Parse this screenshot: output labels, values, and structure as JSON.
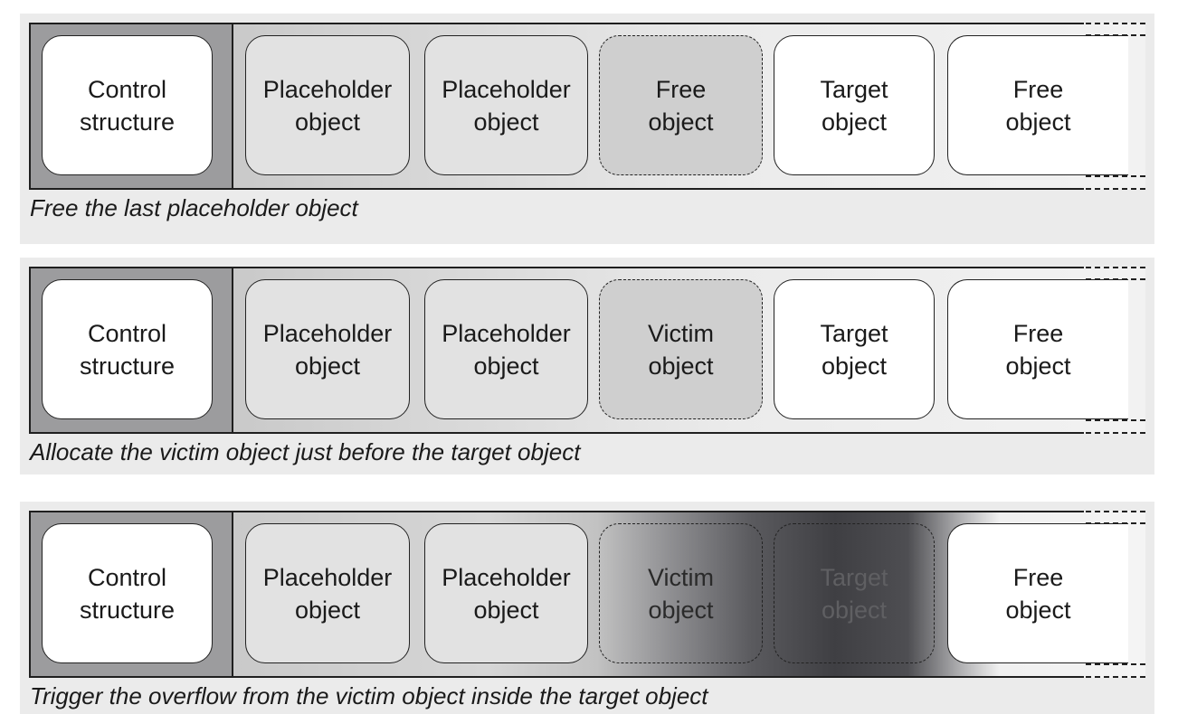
{
  "colors": {
    "panel_bg": "#ebebeb",
    "control_bg": "#9c9c9e",
    "dark_overflow": "#4a4a4e",
    "box_white": "#ffffff",
    "box_placeholder": "#e2e2e2",
    "box_free_or_victim": "#cfcfcf"
  },
  "rows": [
    {
      "caption": "Free the last placeholder object",
      "boxes": [
        {
          "line1": "Control",
          "line2": "structure",
          "fill": "white",
          "border": "solid"
        },
        {
          "line1": "Placeholder",
          "line2": "object",
          "fill": "light",
          "border": "solid"
        },
        {
          "line1": "Placeholder",
          "line2": "object",
          "fill": "light",
          "border": "solid"
        },
        {
          "line1": "Free",
          "line2": "object",
          "fill": "mid",
          "border": "dashed"
        },
        {
          "line1": "Target",
          "line2": "object",
          "fill": "white",
          "border": "solid"
        },
        {
          "line1": "Free",
          "line2": "object",
          "fill": "white",
          "border": "solid"
        }
      ]
    },
    {
      "caption": "Allocate the victim object just before the target object",
      "boxes": [
        {
          "line1": "Control",
          "line2": "structure",
          "fill": "white",
          "border": "solid"
        },
        {
          "line1": "Placeholder",
          "line2": "object",
          "fill": "light",
          "border": "solid"
        },
        {
          "line1": "Placeholder",
          "line2": "object",
          "fill": "light",
          "border": "solid"
        },
        {
          "line1": "Victim",
          "line2": "object",
          "fill": "mid",
          "border": "dashed"
        },
        {
          "line1": "Target",
          "line2": "object",
          "fill": "white",
          "border": "solid"
        },
        {
          "line1": "Free",
          "line2": "object",
          "fill": "white",
          "border": "solid"
        }
      ]
    },
    {
      "caption": "Trigger the overflow from the victim object inside the target object",
      "boxes": [
        {
          "line1": "Control",
          "line2": "structure",
          "fill": "white",
          "border": "solid"
        },
        {
          "line1": "Placeholder",
          "line2": "object",
          "fill": "light",
          "border": "solid"
        },
        {
          "line1": "Placeholder",
          "line2": "object",
          "fill": "light",
          "border": "solid"
        },
        {
          "line1": "Victim",
          "line2": "object",
          "fill": "clear",
          "border": "dashed"
        },
        {
          "line1": "Target",
          "line2": "object",
          "fill": "clear",
          "border": "dashed"
        },
        {
          "line1": "Free",
          "line2": "object",
          "fill": "white",
          "border": "solid"
        }
      ]
    }
  ]
}
